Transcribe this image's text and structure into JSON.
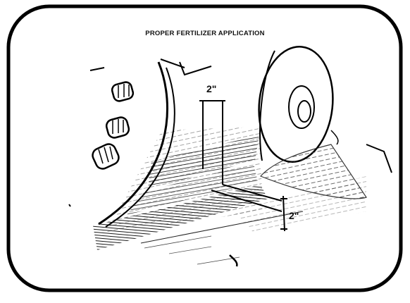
{
  "figure": {
    "title": "PROPER FERTILIZER APPLICATION",
    "dimension_top": "2\"",
    "dimension_right": "2\""
  }
}
